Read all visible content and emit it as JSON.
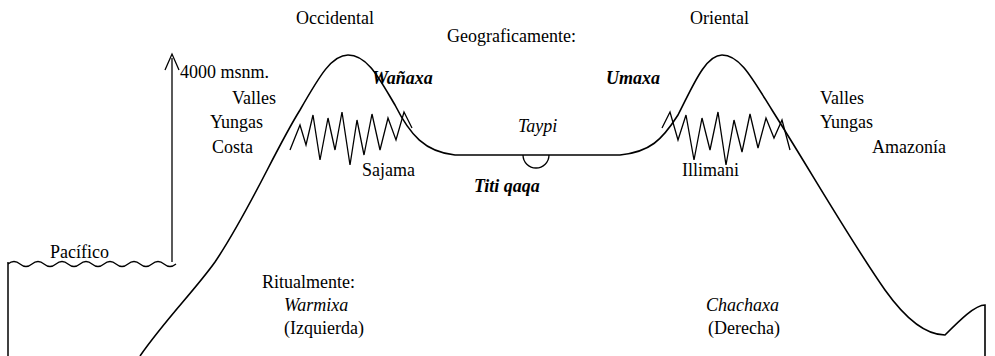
{
  "diagram": {
    "labels": [
      "Occidental",
      "Geograficamente:",
      "Oriental",
      "4000 msnm.",
      "Wañaxa",
      "Umaxa",
      "Valles",
      "Valles",
      "Yungas",
      "Yungas",
      "Taypi",
      "Costa",
      "Amazonía",
      "Sajama",
      "Illimani",
      "Titi qaqa",
      "Pacífico",
      "Ritualmente:",
      "Warmixa",
      "Chachaxa",
      "(Izquierda)",
      "(Derecha)"
    ]
  }
}
